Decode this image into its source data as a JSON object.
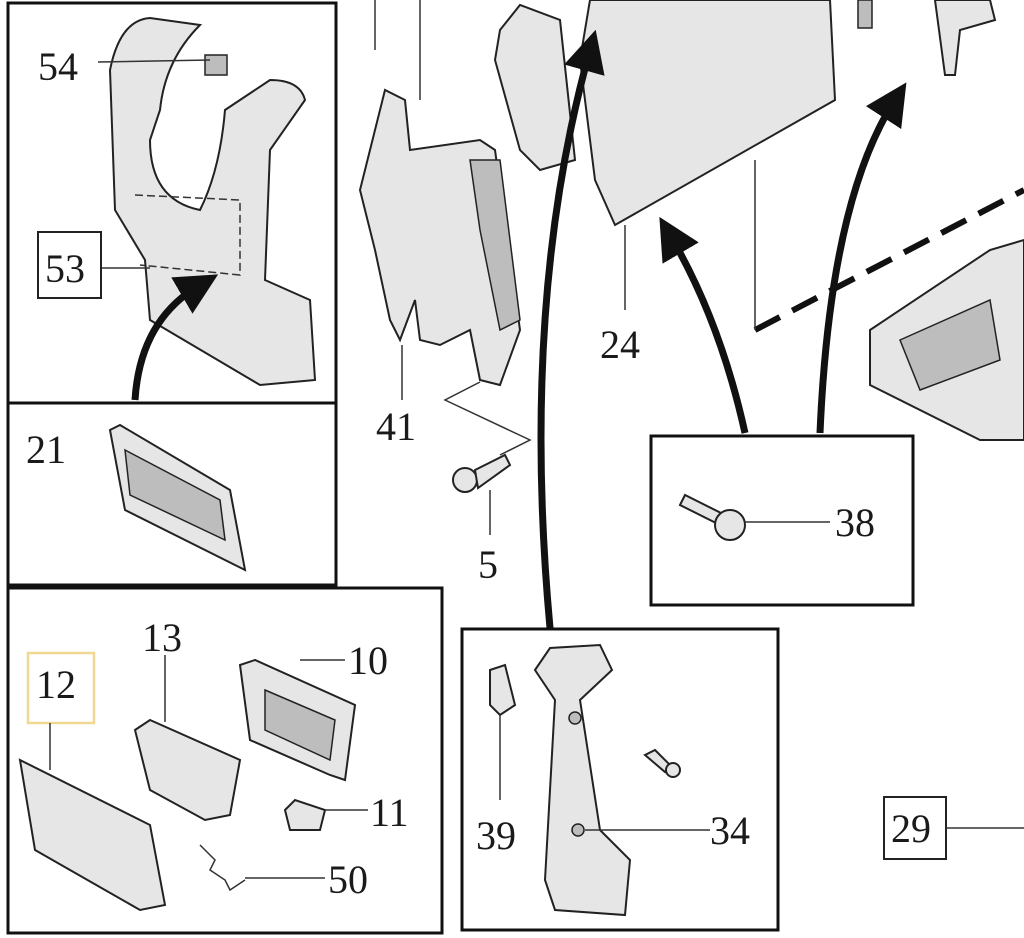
{
  "diagram": {
    "type": "exploded parts diagram",
    "highlight_color": "#f0d890",
    "labels": {
      "p54": "54",
      "p53": "53",
      "p21": "21",
      "p41": "41",
      "p5": "5",
      "p24": "24",
      "p38": "38",
      "p12": "12",
      "p13": "13",
      "p10": "10",
      "p11": "11",
      "p50": "50",
      "p39": "39",
      "p34": "34",
      "p29": "29"
    },
    "highlighted_part": "12"
  }
}
